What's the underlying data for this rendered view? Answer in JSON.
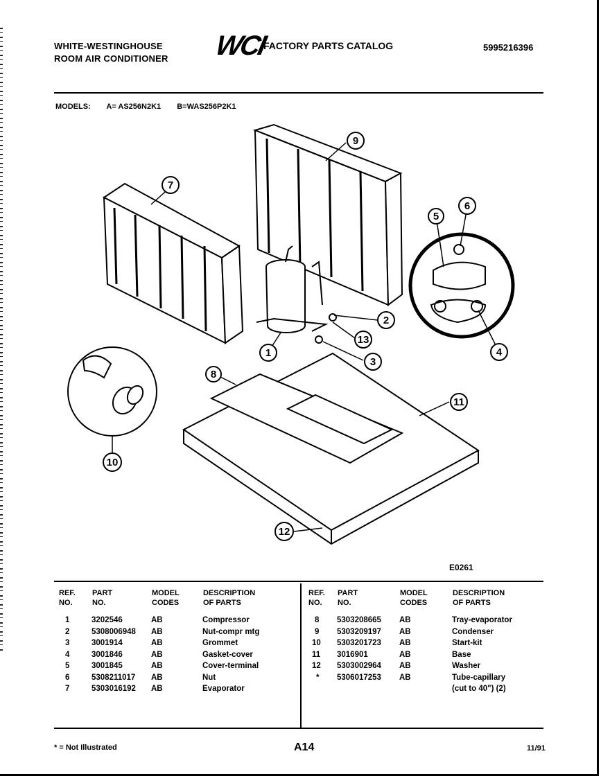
{
  "header": {
    "brand_line1": "WHITE-WESTINGHOUSE",
    "brand_line2": "ROOM AIR CONDITIONER",
    "logo": "WCI",
    "title": "FACTORY PARTS CATALOG",
    "catalog_number": "5995216396"
  },
  "models": {
    "label": "MODELS:",
    "model_a": "A= AS256N2K1",
    "model_b": "B=WAS256P2K1"
  },
  "diagram": {
    "callouts": [
      "1",
      "2",
      "3",
      "4",
      "5",
      "6",
      "7",
      "8",
      "9",
      "10",
      "11",
      "12",
      "13"
    ],
    "drawing_id": "E0261"
  },
  "parts_table": {
    "headers": {
      "ref_1": "REF.",
      "ref_2": "NO.",
      "part_1": "PART",
      "part_2": "NO.",
      "model_1": "MODEL",
      "model_2": "CODES",
      "desc_1": "DESCRIPTION",
      "desc_2": "OF PARTS"
    },
    "left_rows": [
      {
        "ref": "1",
        "part": "3202546",
        "codes": "AB",
        "desc": "Compressor"
      },
      {
        "ref": "2",
        "part": "5308006948",
        "codes": "AB",
        "desc": "Nut-compr mtg"
      },
      {
        "ref": "3",
        "part": "3001914",
        "codes": "AB",
        "desc": "Grommet"
      },
      {
        "ref": "4",
        "part": "3001846",
        "codes": "AB",
        "desc": "Gasket-cover"
      },
      {
        "ref": "5",
        "part": "3001845",
        "codes": "AB",
        "desc": "Cover-terminal"
      },
      {
        "ref": "6",
        "part": "5308211017",
        "codes": "AB",
        "desc": "Nut"
      },
      {
        "ref": "7",
        "part": "5303016192",
        "codes": "AB",
        "desc": "Evaporator"
      }
    ],
    "right_rows": [
      {
        "ref": "8",
        "part": "5303208665",
        "codes": "AB",
        "desc": "Tray-evaporator"
      },
      {
        "ref": "9",
        "part": "5303209197",
        "codes": "AB",
        "desc": "Condenser"
      },
      {
        "ref": "10",
        "part": "5303201723",
        "codes": "AB",
        "desc": "Start-kit"
      },
      {
        "ref": "11",
        "part": "3016901",
        "codes": "AB",
        "desc": "Base"
      },
      {
        "ref": "12",
        "part": "5303002964",
        "codes": "AB",
        "desc": "Washer"
      },
      {
        "ref": "*",
        "part": "5306017253",
        "codes": "AB",
        "desc": "Tube-capillary"
      },
      {
        "ref": "",
        "part": "",
        "codes": "",
        "desc": "(cut to 40\") (2)"
      }
    ]
  },
  "footer": {
    "note": "* = Not Illustrated",
    "page": "A14",
    "date": "11/91"
  }
}
